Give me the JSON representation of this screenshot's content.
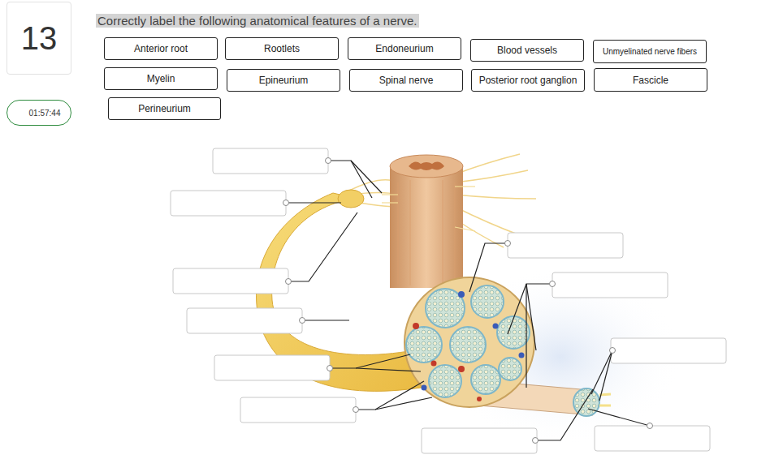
{
  "diagram": {
    "title": "Correctly label the following anatomical features of a nerve.",
    "nodes": [
      {
        "text": [
          "13"
        ]
      },
      {
        "text": [
          "Anterior root"
        ]
      },
      {
        "text": [
          "Rootlets"
        ]
      },
      {
        "text": [
          "Endoneurium"
        ]
      },
      {
        "text": [
          "Blood vessels"
        ]
      },
      {
        "text": [
          "Unmyelinated nerve fibers"
        ]
      },
      {
        "text": [
          "Myelin"
        ]
      },
      {
        "text": [
          "Epineurium"
        ]
      },
      {
        "text": [
          "Spinal nerve"
        ]
      },
      {
        "text": [
          "Posterior root ganglion"
        ]
      },
      {
        "text": [
          "Fascicle"
        ]
      },
      {
        "text": [
          "01:57:44"
        ]
      },
      {
        "text": [
          "Perineurium"
        ]
      }
    ]
  }
}
